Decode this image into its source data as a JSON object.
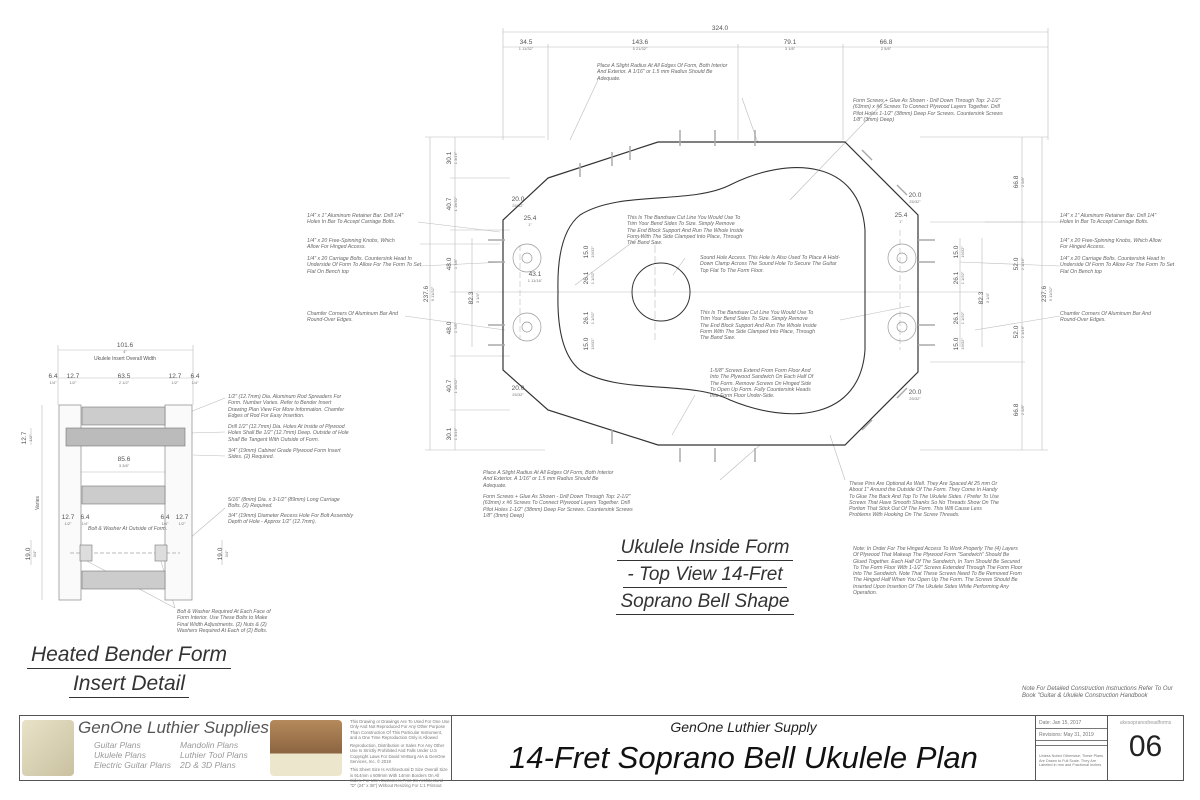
{
  "main_view": {
    "title_lines": [
      "Ukulele Inside Form",
      "- Top View 14-Fret",
      "Soprano Bell Shape"
    ],
    "top_dimensions": {
      "overall": {
        "mm": "324.0"
      },
      "segments": [
        {
          "mm": "34.5",
          "in": "1 11/32\""
        },
        {
          "mm": "143.6",
          "in": "5 21/32\""
        },
        {
          "mm": "79.1",
          "in": "3 1/8\""
        },
        {
          "mm": "66.8",
          "in": "2 5/8\""
        }
      ]
    },
    "left_dimensions": {
      "overall": {
        "mm": "237.6",
        "in": "9 11/32\""
      },
      "segments": [
        {
          "mm": "30.1",
          "in": "1 3/16\""
        },
        {
          "mm": "40.7",
          "in": "1 19/32\""
        },
        {
          "mm": "48.0",
          "in": "1 7/8\""
        },
        {
          "mm": "48.0",
          "in": "1 7/8\""
        },
        {
          "mm": "40.7",
          "in": "1 19/32\""
        },
        {
          "mm": "30.1",
          "in": "1 3/16\""
        }
      ],
      "knob_span": {
        "mm": "82.3",
        "in": "3 1/4\""
      }
    },
    "right_dimensions": {
      "overall": {
        "mm": "237.6",
        "in": "9 11/32\""
      },
      "segments": [
        {
          "mm": "66.8",
          "in": "2 5/8\""
        },
        {
          "mm": "52.0",
          "in": "2 1/16\""
        },
        {
          "mm": "52.0",
          "in": "2 1/16\""
        },
        {
          "mm": "66.8",
          "in": "2 5/8\""
        }
      ],
      "knob_span": {
        "mm": "82.3",
        "in": "3 1/4\""
      },
      "inner": [
        {
          "mm": "15.0",
          "in": "19/32\""
        },
        {
          "mm": "26.1",
          "in": "1 1/32\""
        },
        {
          "mm": "26.1",
          "in": "1 1/32\""
        },
        {
          "mm": "15.0",
          "in": "19/32\""
        }
      ]
    },
    "inner_labels": {
      "chamfer": {
        "mm": "20.0",
        "in": "25/32\""
      },
      "bar_offset": {
        "mm": "25.4",
        "in": "1\""
      },
      "knob_width": {
        "mm": "43.1",
        "in": "1 11/16\""
      },
      "left_inner": [
        {
          "mm": "15.0",
          "in": "19/32\""
        },
        {
          "mm": "26.1",
          "in": "1 1/32\""
        },
        {
          "mm": "26.1",
          "in": "1 1/32\""
        },
        {
          "mm": "15.0",
          "in": "19/32\""
        }
      ]
    },
    "notes": {
      "radius_top": "Place A Slight Radius At All Edges Of Form, Both Interior And Exterior. A 1/16\" or 1.5 mm Radius Should Be Adequate.",
      "screws_top": "Form Screws + Glue As Shown - Drill Down Through Top: 2-1/2\" (63mm) x #6 Screws To Connect Plywood Layers Together. Drill Pilot Holes 1-1/2\" (38mm) Deep For Screws. Countersink Screws 1/8\" (3mm) Deep)",
      "left_bar": "1/4\" x 1\" Aluminum Retainer Bar. Drill 1/4\" Holes In Bar To Accept Carriage Bolts.",
      "left_knobs": "1/4\" x 20 Free-Spinning Knobs, Which Allow For Hinged Access.",
      "left_bolts": "1/4\" x 20 Carriage Bolts. Countersink Head In Underside Of Form To Allow For The Form To Set Flat On Bench top",
      "left_chamfer": "Chamfer Corners Of Aluminum Bar And Round-Over Edges.",
      "right_bar": "1/4\" x 1\" Aluminum Retainer Bar. Drill 1/4\" Holes In Bar To Accept Carriage Bolts.",
      "right_knobs": "1/4\" x 20 Free-Spinning Knobs, Which Allow For Hinged Access.",
      "right_bolts": "1/4\" x 20 Carriage Bolts. Countersink Head In Underside Of Form To Allow For The Form To Set Flat On Bench top",
      "right_chamfer": "Chamfer Corners Of Aluminum Bar And Round-Over Edges.",
      "bandsaw_upper": "This Is The Bandsaw Cut Line You Would Use To Trim Your Bend Sides To Size. Simply Remove The End Block Support And Run The Whole Inside Form With The Side Clamped Into Place, Through The Band Saw.",
      "sound_hole": "Sound Hole Access. This Hole Is Also Used To Place A Hold-Down Clamp Across The Sound Hole To Secure The Guitar Top Flat To The Form Floor.",
      "bandsaw_lower": "This Is The Bandsaw Cut Line You Would Use To Trim Your Bend Sides To Size. Simply Remove The End Block Support And Run The Whole Inside Form With The Side Clamped Into Place, Through The Band Saw.",
      "screws_floor": "1-5/8\" Screws Extend From Form Floor And Into The Plywood Sandwich On Each Half Of The Form. Remove Screws On Hinged Side To Open Up Form. Fully Countersink Heads Into Form Floor Under-Side.",
      "radius_bottom": "Place A Slight Radius At All Edges Of Form, Both Interior And Exterior. A 1/16\" or 1.5 mm Radius Should Be Adequate.",
      "screws_bottom": "Form Screws + Glue As Shown - Drill Down Through Top: 2-1/2\" (63mm) x #6 Screws To Connect Plywood Layers Together. Drill Pilot Holes 1-1/2\" (38mm) Deep For Screws. Countersink Screws 1/8\" (3mm) Deep)",
      "pins": "These Pins Are Optional As Well. They Are Spaced At 25 mm Or About 1\" Around the Outside Of The Form. They Come In Handy To Glue The Back And Top To The Ukulele Sides. I Prefer To Use Screws That Have Smooth Shanks So No Threads Show On The Portion That Stick Out Of The Form. This Will Cause Less Problems With Hooking On The Screw Threads.",
      "hinge": "Note: In Order For The Hinged Access To Work Properly The (4) Layers Of Plywood That Makeup The Plywood Form \"Sandwich\" Should Be Glued Together. Each Half Of The Sandwich, In Turn Should Be Secured To The Form Floor With 1-1/2\" Screws Extended Through The Form Floor Into The Sandwich. Note That These Screws Need To Be Removed From The Hinged Half When You Open Up The Form. The Screws Should Be Inserted Upon Insertion Of The Ukulele Sides While Performing Any Operation.",
      "book": "Note For Detailed Construction Instructions Refer To Our Book \"Guitar & Ukulele Construction Handbook"
    }
  },
  "insert_view": {
    "title_lines": [
      "Heated Bender Form",
      "Insert Detail"
    ],
    "overall": {
      "mm": "101.6",
      "in": "4\"",
      "label": "Ukulele Insert Overall Width"
    },
    "top_segments": [
      {
        "mm": "6.4",
        "in": "1/4\""
      },
      {
        "mm": "12.7",
        "in": "1/2\""
      },
      {
        "mm": "63.5",
        "in": "2 1/2\""
      },
      {
        "mm": "12.7",
        "in": "1/2\""
      },
      {
        "mm": "6.4",
        "in": "1/4\""
      }
    ],
    "rod_span": {
      "mm": "85.6",
      "in": "3 3/8\""
    },
    "rod_height": {
      "mm": "12.7",
      "in": "1/2\""
    },
    "varies_label": "Varies",
    "bolt_dims": {
      "left": [
        {
          "mm": "12.7",
          "in": "1/2\""
        },
        {
          "mm": "6.4",
          "in": "1/4\""
        }
      ],
      "right": [
        {
          "mm": "6.4",
          "in": "1/4\""
        },
        {
          "mm": "12.7",
          "in": "1/2\""
        }
      ],
      "height_left": {
        "mm": "19.0",
        "in": "3/4\""
      },
      "height_right": {
        "mm": "19.0",
        "in": "3/4\""
      }
    },
    "notes": {
      "rods": "1/2\" (12.7mm) Dia. Aluminum Rod Spreaders For Form. Number Varies. Refer to Bender Insert Drawing Plan View For More Information. Chamfer Edges of Rod For Easy Insertion.",
      "drill": "Drill 1/2\" (12.7mm) Dia. Holes At Inside of Plywood Holes Shall Be 1/2\" (12.7mm) Deep. Outside of Hole Shall Be Tangent With Outside of Form.",
      "plywood": "3/4\" (19mm) Cabinet Grade Plywood Form Insert Sides. (2) Required.",
      "carriage": "5/16\" (8mm) Dia. x 3-1/2\" (89mm) Long Carriage Bolts. (2) Required.",
      "recess": "3/4\" (19mm) Diameter Recess Hole For Bolt Assembly Depth of Hole - Approx 1/2\" (12.7mm).",
      "outside_bolt": "Bolt & Washer At Outside of Form.",
      "each_face": "Bolt & Washer Required At Each Face of Form Interior. Use These Bolts to Make Final Width Adjustments. (2) Nuts & (2) Washers Required At Each of (2) Bolts."
    }
  },
  "title_block": {
    "brand": "GenOne Luthier Supplies",
    "products_left": [
      "Guitar Plans",
      "Ukulele Plans",
      "Electric Guitar Plans"
    ],
    "products_right": [
      "Mandolin Plans",
      "Luthier Tool Plans",
      "2D & 3D Plans"
    ],
    "legal": [
      "This Drawing or Drawings Are To Used For One Use Only And Not Reproduced For Any Other Purpose Than Construction Of This Particular Instrument, and a One Time Reproduction Only is Allowed",
      "Reproduction, Distribution or Sales For Any Other Use Is Strictly Prohibited And Falls Under U.S Copyright Laws For David VerBurg AIA & GenOne Services, Inc. © 2019",
      "This Sheet Size Is Architectural D Size Overall Size is 914mm x 609mm With 14mm Borders On All Sides. For USA Customers Print On Architectural \"D\" (24\" x 36\") Without Resizing For 1:1 Printout"
    ],
    "company": "GenOne Luthier Supply",
    "plan_title": "14-Fret Soprano Bell Ukulele Plan",
    "date": "Date: Jan 15, 2017",
    "revisions": "Revisions: May 31, 2019",
    "scale_note": "Unless Noted Otherwise, These Plans Are Drawn to Full Scale. They Are Labeled in mm and Fractional Inches",
    "file_name": "ukesopranodreadforms",
    "sheet_number": "06"
  }
}
